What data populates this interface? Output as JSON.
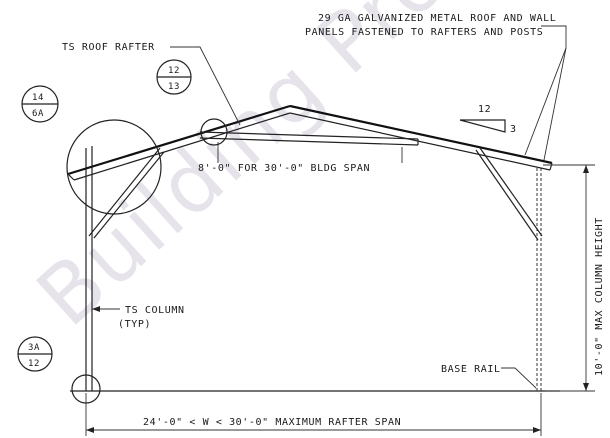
{
  "watermark": "Building Pro",
  "notes": {
    "roof_panels_line1": "29 GA GALVANIZED METAL ROOF AND WALL",
    "roof_panels_line2": "PANELS FASTENED TO RAFTERS AND POSTS",
    "roof_rafter": "TS ROOF RAFTER",
    "brace_length": "8'-0\" FOR 30'-0\" BLDG SPAN",
    "ts_column_line1": "TS COLUMN",
    "ts_column_line2": "(TYP)",
    "base_rail": "BASE RAIL",
    "column_height": "10'-0\" MAX COLUMN HEIGHT",
    "rafter_span": "24'-0\" < W < 30'-0\" MAXIMUM RAFTER SPAN"
  },
  "slope": {
    "rise": "3",
    "run": "12"
  },
  "detail_tags": [
    {
      "top": "14",
      "bottom": "6A"
    },
    {
      "top": "12",
      "bottom": "13"
    },
    {
      "top": "3A",
      "bottom": "12"
    }
  ]
}
